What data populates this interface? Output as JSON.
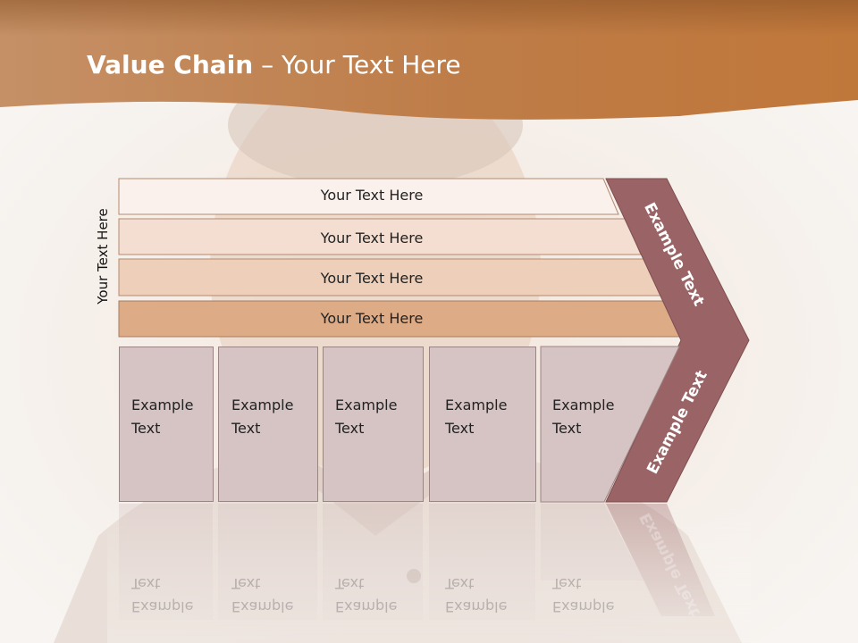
{
  "title": {
    "bold": "Value Chain",
    "rest": " – Your Text Here"
  },
  "side_label": "Your Text Here",
  "bars": [
    {
      "label": "Your Text Here"
    },
    {
      "label": "Your Text Here"
    },
    {
      "label": "Your Text Here"
    },
    {
      "label": "Your Text Here"
    }
  ],
  "boxes": [
    {
      "line1": "Example",
      "line2": "Text"
    },
    {
      "line1": "Example",
      "line2": "Text"
    },
    {
      "line1": "Example",
      "line2": "Text"
    },
    {
      "line1": "Example",
      "line2": "Text"
    },
    {
      "line1": "Example",
      "line2": "Text"
    }
  ],
  "chevron": {
    "upper": "Example Text",
    "lower": "Example Text"
  },
  "colors": {
    "header": "#b8733c",
    "chevron": "#9a6466",
    "box": "#d6c3c3"
  }
}
